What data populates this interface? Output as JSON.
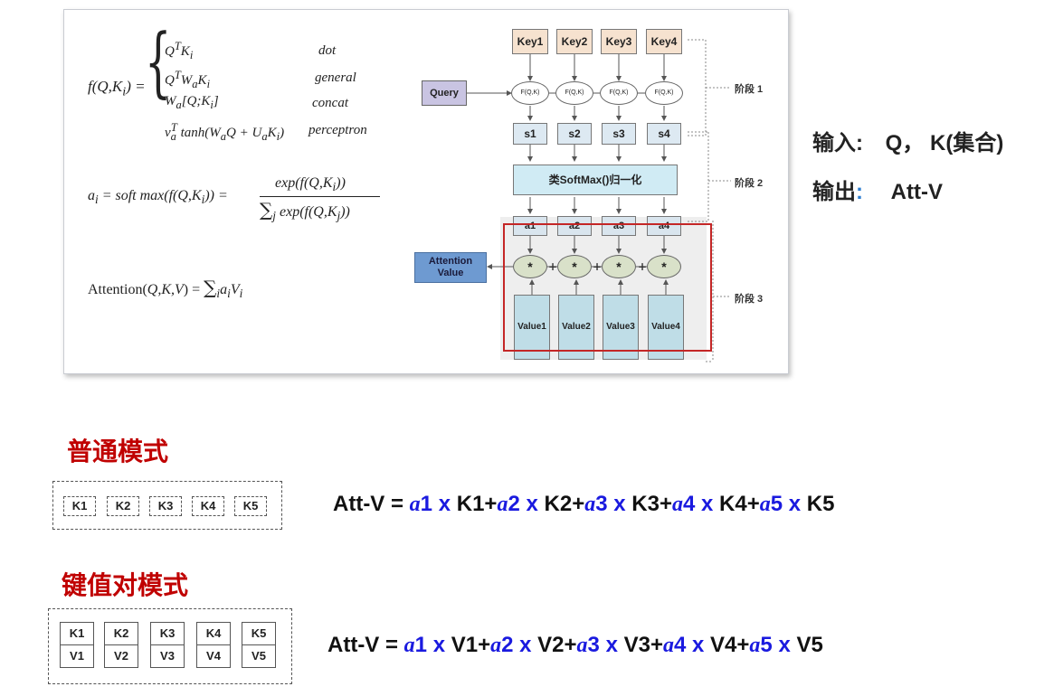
{
  "figure": {
    "formula_f": {
      "lhs": "f(Q,K",
      "lhs_sub": "i",
      "lhs_close": ") =",
      "cases": [
        {
          "expr": "Q",
          "sup": "T",
          "rest": "K",
          "sub": "i",
          "label": "dot"
        },
        {
          "expr": "Q",
          "sup": "T",
          "rest": "W",
          "sub": "a",
          "rest2": "K",
          "sub2": "i",
          "label": "general"
        },
        {
          "expr": "W",
          "sub": "a",
          "rest": "[Q;K",
          "sub2": "i",
          "rest2": "]",
          "label": "concat"
        },
        {
          "expr": "v",
          "sub": "a",
          "sup": "T",
          "rest": " tanh(W",
          "sub2": "a",
          "rest2": "Q + U",
          "sub3": "a",
          "rest3": "K",
          "sub4": "i",
          "rest4": ")",
          "label": "perceptron"
        }
      ]
    },
    "formula_a": {
      "lhs": "a",
      "lhs_sub": "i",
      "mid": " = soft max(f(Q,K",
      "mid_sub": "i",
      "mid_close": ")) =",
      "numerator": "exp(f(Q,K",
      "num_sub": "i",
      "num_close": "))",
      "denominator_sum": "∑",
      "den_sub": "j",
      "denominator": " exp(f(Q,K",
      "den_sub2": "j",
      "den_close": "))"
    },
    "formula_att": {
      "lhs": "Attention(",
      "args": "Q,K,V",
      "close": ") =",
      "sum": "∑",
      "sum_sub": "i",
      "term": "a",
      "term_sub": "i",
      "term2": "V",
      "term2_sub": "i"
    },
    "diagram": {
      "keys": [
        "Key1",
        "Key2",
        "Key3",
        "Key4"
      ],
      "f_label": "F(Q,K)",
      "query": "Query",
      "scores": [
        "s1",
        "s2",
        "s3",
        "s4"
      ],
      "softmax": "类SoftMax()归一化",
      "weights": [
        "a1",
        "a2",
        "a3",
        "a4"
      ],
      "multiply": "*",
      "values": [
        "Value1",
        "Value2",
        "Value3",
        "Value4"
      ],
      "attention_value": [
        "Attention",
        "Value"
      ],
      "stages": [
        "阶段 1",
        "阶段 2",
        "阶段 3"
      ],
      "colors": {
        "stage3_border": "#c42626",
        "attention_value": "#6e9ad1",
        "key": "#f6e2cf",
        "query": "#c9c4e2"
      }
    }
  },
  "io": {
    "input_label": "输入:",
    "input_value": "Q， K(集合)",
    "output_label": "输出",
    "output_colon": ":",
    "output_value": "Att-V"
  },
  "normal_mode": {
    "title": "普通模式",
    "keys": [
      "K1",
      "K2",
      "K3",
      "K4",
      "K5"
    ],
    "equation": {
      "lhs": "Att-V =",
      "terms": [
        {
          "alpha": "a",
          "idx": "1",
          "x": "x",
          "var": "K1",
          "plus": "+"
        },
        {
          "alpha": "a",
          "idx": "2",
          "x": "x",
          "var": "K2",
          "plus": "+"
        },
        {
          "alpha": "a",
          "idx": "3",
          "x": "x",
          "var": "K3",
          "plus": "+"
        },
        {
          "alpha": "a",
          "idx": "4",
          "x": "x",
          "var": "K4",
          "plus": "+"
        },
        {
          "alpha": "a",
          "idx": "5",
          "x": "x",
          "var": "K5",
          "plus": ""
        }
      ]
    }
  },
  "kv_mode": {
    "title": "键值对模式",
    "keys": [
      "K1",
      "K2",
      "K3",
      "K4",
      "K5"
    ],
    "values": [
      "V1",
      "V2",
      "V3",
      "V4",
      "V5"
    ],
    "equation": {
      "lhs": "Att-V =",
      "terms": [
        {
          "alpha": "a",
          "idx": "1",
          "x": "x",
          "var": "V1",
          "plus": "+"
        },
        {
          "alpha": "a",
          "idx": "2",
          "x": "x",
          "var": "V2",
          "plus": "+"
        },
        {
          "alpha": "a",
          "idx": "3",
          "x": "x",
          "var": "V3",
          "plus": "+"
        },
        {
          "alpha": "a",
          "idx": "4",
          "x": "x",
          "var": "V4",
          "plus": "+"
        },
        {
          "alpha": "a",
          "idx": "5",
          "x": "x",
          "var": "V5",
          "plus": ""
        }
      ]
    }
  }
}
